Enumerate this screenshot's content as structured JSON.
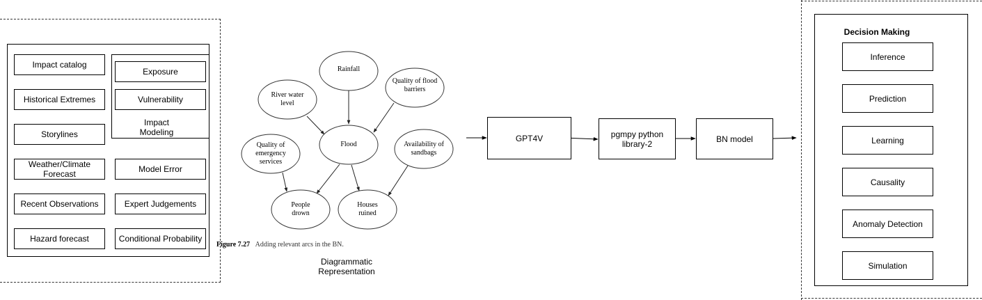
{
  "left_panel": {
    "items_left": [
      "Impact catalog",
      "Historical Extremes",
      "Storylines",
      "Weather/Climate Forecast",
      "Recent Observations",
      "Hazard forecast"
    ],
    "items_right": [
      "Exposure",
      "Vulnerability"
    ],
    "impact_modeling_label": "Impact Modeling",
    "items_right_lower": [
      "Model Error",
      "Expert Judgements",
      "Conditional Probability"
    ]
  },
  "bn_figure": {
    "nodes": {
      "rainfall": "Rainfall",
      "river": "River water level",
      "barriers": "Quality of flood barriers",
      "flood": "Flood",
      "emergency": "Quality of emergency services",
      "sandbags": "Availability of sandbags",
      "people": "People drown",
      "houses": "Houses ruined"
    },
    "caption_number": "Figure 7.27",
    "caption_text": "Adding relevant arcs in the BN."
  },
  "diagram_label": "Diagrammatic Representation",
  "pipeline": {
    "gpt": "GPT4V",
    "pgmpy": "pgmpy python library-2",
    "bn": "BN model"
  },
  "decision": {
    "title": "Decision Making",
    "items": [
      "Inference",
      "Prediction",
      "Learning",
      "Causality",
      "Anomaly Detection",
      "Simulation"
    ]
  }
}
